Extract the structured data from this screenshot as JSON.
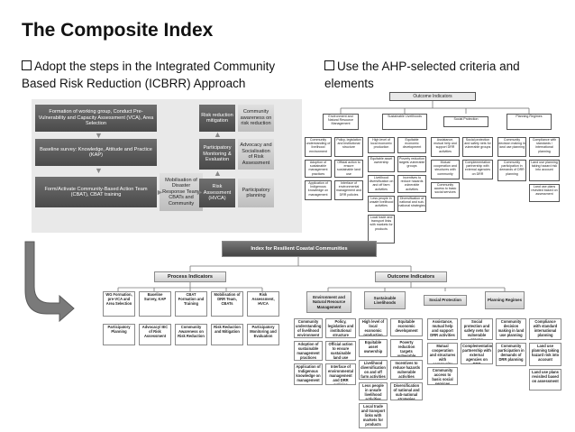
{
  "title": "The Composite Index",
  "bullets": [
    "Adopt the steps in the Integrated Community Based Risk Reduction (ICBRR) Approach",
    "Use the AHP-selected criteria and elements"
  ],
  "icbrr": {
    "steps": [
      "Formation of working group, Conduct Pre-Vulnerability and Capacity Assessment (VCA), Area Selection",
      "Baseline survey: Knowledge, Attitude and Practice (KAP)",
      "Form/Activate Community-Based Action Team (CBAT), CBAT training",
      "Mobilisation of Disaster Response Team, CBATs and Community",
      "Risk reduction mitigation",
      "Community awareness on risk reduction",
      "Participatory Monitoring & Evaluation",
      "Advocacy and Socialisation of Risk Assessment",
      "Risk Assessment (HVCA)",
      "Participatory planning"
    ]
  },
  "outcome_small": {
    "root": "Outcome Indicators",
    "branches": [
      {
        "label": "Environment and Natural Resource Management",
        "items": [
          "Community understanding of livelihood environment",
          "Adoption of sustainable management practices",
          "Application of Indigenous knowledge on management",
          "Policy, legislation and institutional structure",
          "Official action to ensure sustainable land use",
          "Interface of environmental management and DRR policies"
        ]
      },
      {
        "label": "Sustainable Livelihoods",
        "items": [
          "High level of local economic production",
          "Equitable asset ownership",
          "Livelihood diversification on and off farm activities",
          "Equitable economic development",
          "Poverty reduction targets vulnerable groups",
          "Incentives to reduce hazards vulnerable activities",
          "Less people in unsafe livelihood activities",
          "Diversification of national and sub-national strategies",
          "Local trade and transport links with markets for products"
        ]
      },
      {
        "label": "Social Protection",
        "items": [
          "Assistance, mutual help and support DRR activities",
          "Social protection and safety nets for vulnerable groups",
          "Mutual cooperation and structures with community",
          "Complementation partnership with external agencies on DRR",
          "Community access to basic social services"
        ]
      },
      {
        "label": "Planning Regimes",
        "items": [
          "Community decision making in land use planning",
          "Compliance with standards / international planning",
          "Community participation in demands of DRR planning",
          "Land use planning taking hazard risk into account",
          "Land use plans revisited based on assessment"
        ]
      }
    ]
  },
  "index": {
    "title": "Index for Resilient Coastal Communities",
    "process": {
      "title": "Process Indicators",
      "row1": [
        "WG Formation, pre-VCA and Area Selection",
        "Baseline Survey, KAP",
        "CBAT Formation and Training",
        "Mobilisation of DRR Team, CBATs",
        "Risk Assessment, HVCA"
      ],
      "row2": [
        "Participatory Planning",
        "Advocacy/ IEC of Risk Assessment",
        "Community Awareness on Risk Reduction",
        "Risk Reduction and Mitigation",
        "Participatory Monitoring and Evaluation"
      ]
    },
    "outcome": {
      "title": "Outcome Indicators",
      "branches": [
        {
          "label": "Environment and Natural Resource Management",
          "col1": [
            "Community understanding of livelihood environment",
            "Adoption of sustainable management practices",
            "Application of Indigenous knowledge on management"
          ],
          "col2": [
            "Policy, legislation and institutional structure",
            "Official action to ensure sustainable land use",
            "Interface of environmental management and DRR policies"
          ]
        },
        {
          "label": "Sustainable Livelihoods",
          "col1": [
            "High level of local economic production",
            "Equitable asset ownership",
            "Livelihood diversification on and off farm activities",
            "Less people in unsafe livelihood activities",
            "Local trade and transport links with markets for products"
          ],
          "col2": [
            "Equitable economic development",
            "Poverty reduction targets vulnerable groups",
            "Incentives to reduce hazards vulnerable activities",
            "Diversification of national and sub-national strategies"
          ]
        },
        {
          "label": "Social Protection",
          "col1": [
            "Assistance, mutual help and support DRR activities",
            "Mutual cooperation and structures with community",
            "Community access to basic social services"
          ],
          "col2": [
            "Social protection and safety nets for vulnerable groups",
            "Complementation partnership with external agencies on DRR"
          ]
        },
        {
          "label": "Planning Regimes",
          "col1": [
            "Community decision making in land use planning",
            "Community participation in demands of DRR planning"
          ],
          "col2": [
            "Compliance with standard international planning",
            "Land use planning taking hazard risk into account",
            "Land use plans revisited based on assessment"
          ]
        }
      ]
    }
  }
}
